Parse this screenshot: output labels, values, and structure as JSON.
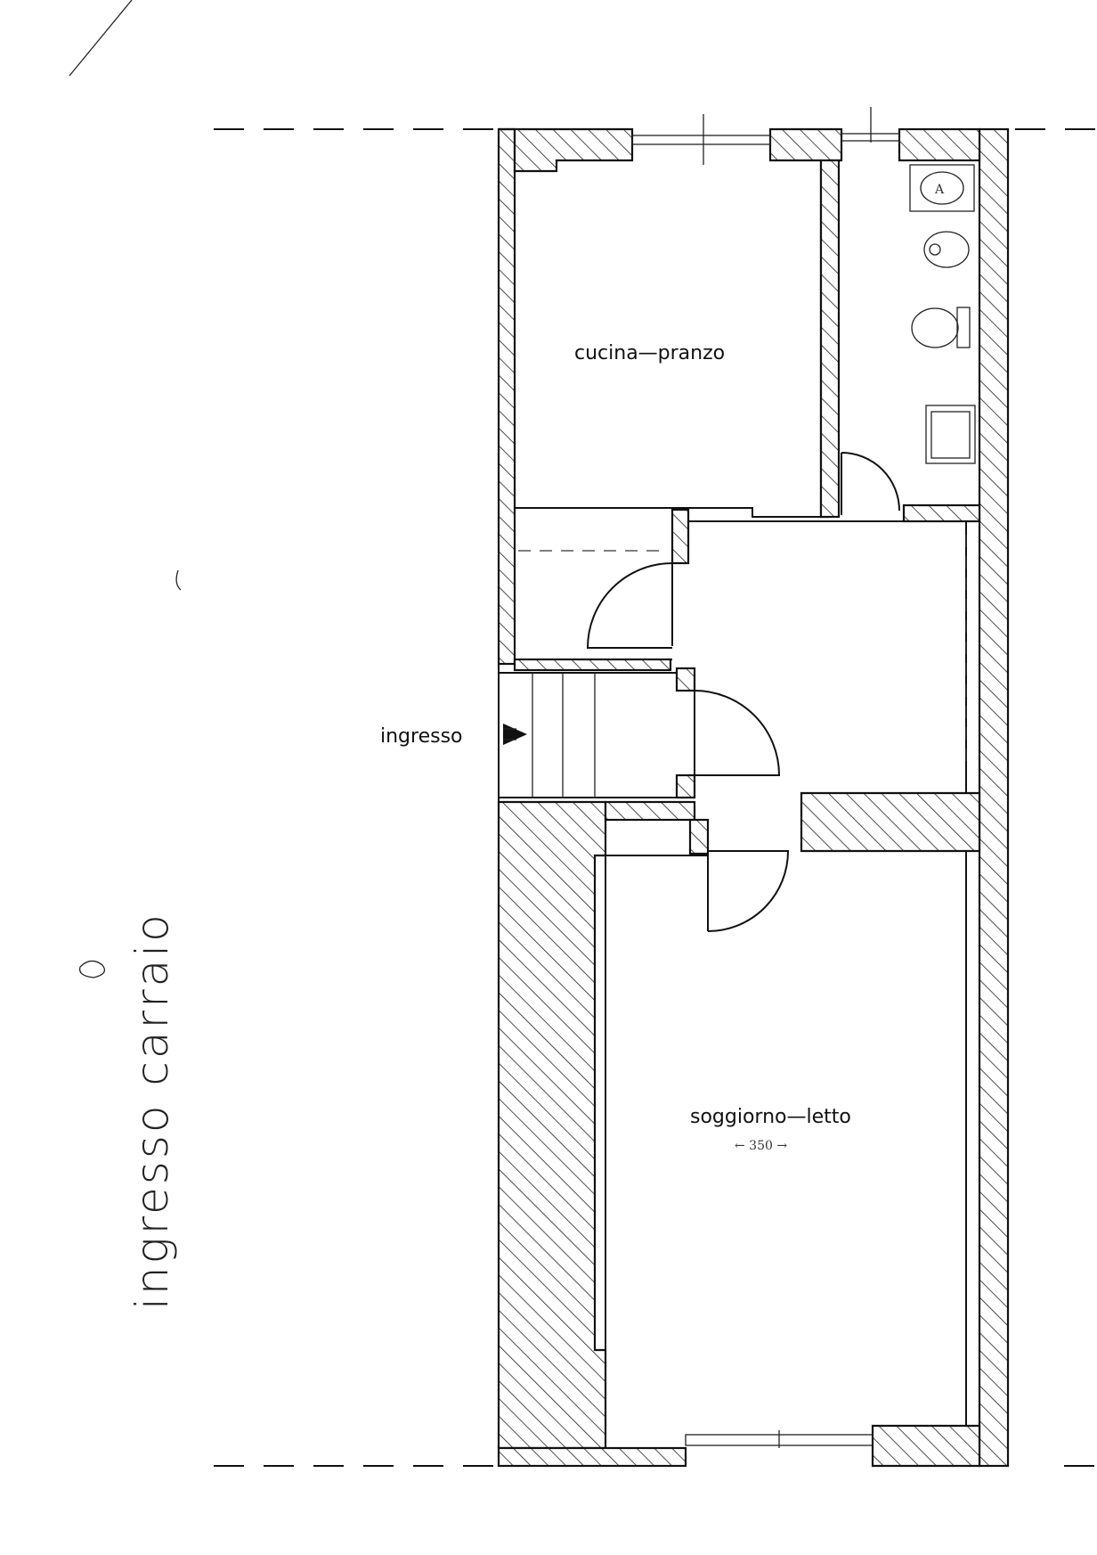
{
  "rooms": {
    "kitchen": "cucina—pranzo",
    "living": "soggiorno—letto",
    "entrance": "ingresso"
  },
  "side_label": "ingresso carraio",
  "dimension_note": "← 350 →",
  "colors": {
    "ink": "#111111",
    "paper": "#ffffff"
  }
}
